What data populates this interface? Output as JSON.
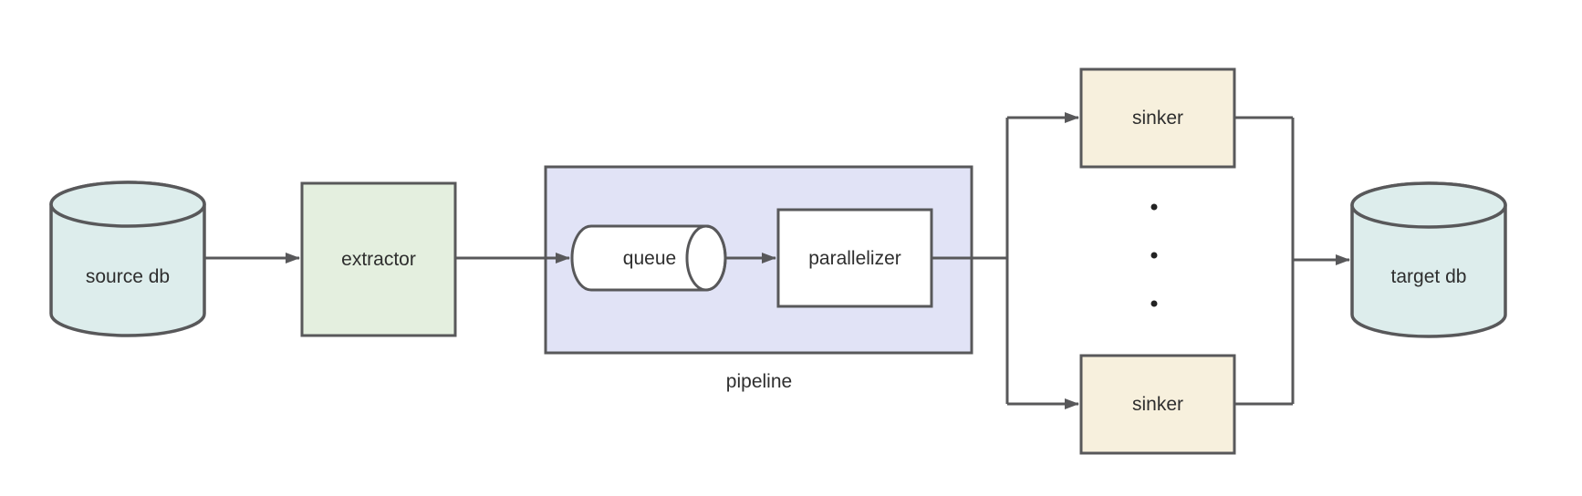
{
  "diagram": {
    "nodes": {
      "source_db": {
        "label": "source db",
        "shape": "cylinder"
      },
      "extractor": {
        "label": "extractor",
        "shape": "rect"
      },
      "pipeline": {
        "label": "pipeline",
        "shape": "container-group"
      },
      "queue": {
        "label": "queue",
        "shape": "horizontal-cylinder"
      },
      "parallelizer": {
        "label": "parallelizer",
        "shape": "rect"
      },
      "sinker_top": {
        "label": "sinker",
        "shape": "rect"
      },
      "sinker_bottom": {
        "label": "sinker",
        "shape": "rect"
      },
      "target_db": {
        "label": "target db",
        "shape": "cylinder"
      }
    },
    "edges": [
      {
        "from": "source_db",
        "to": "extractor",
        "arrow": true
      },
      {
        "from": "extractor",
        "to": "queue",
        "arrow": true
      },
      {
        "from": "queue",
        "to": "parallelizer",
        "arrow": true
      },
      {
        "from": "parallelizer",
        "to": "sinker_top",
        "arrow": true
      },
      {
        "from": "parallelizer",
        "to": "sinker_bottom",
        "arrow": true
      },
      {
        "from": "sinker_top",
        "to": "target_db",
        "arrow": true
      },
      {
        "from": "sinker_bottom",
        "to": "target_db",
        "arrow": true
      }
    ],
    "ellipsis_dots": 3
  },
  "colors": {
    "db_fill": "#ddedec",
    "extractor_fill": "#e4efdf",
    "pipeline_fill": "#e1e3f6",
    "sinker_fill": "#f7f0dd",
    "node_white_fill": "#ffffff",
    "stroke": "#58585a",
    "text": "#2e2e2e",
    "dot": "#222222",
    "background": "#ffffff"
  }
}
